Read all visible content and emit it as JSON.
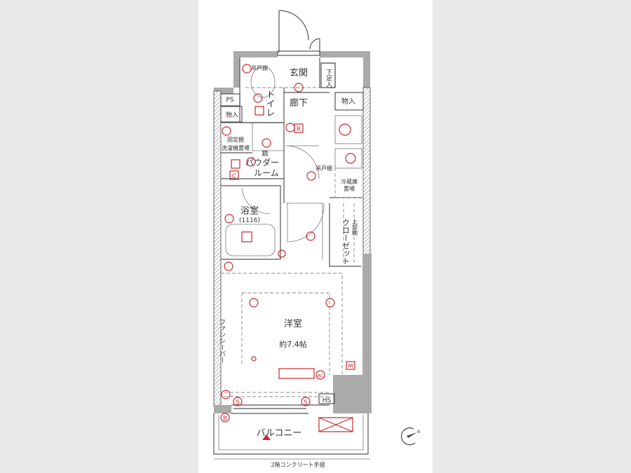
{
  "plan": {
    "rooms": {
      "entrance": "玄関",
      "shoe_cabinet": "下足入",
      "toilet": "トイレ",
      "hallway": "廊下",
      "pipe_space": "PS",
      "storage_left": "物入",
      "storage_right": "物入",
      "hanging_cabinet_toilet": "吊戸棚",
      "fixed_shelf": "固定棚",
      "washer_space": "洗濯機置場",
      "mirror": "鏡",
      "powder_room_1": "パウダー",
      "powder_room_2": "ルーム",
      "hanging_cabinet_kitchen": "吊戸棚",
      "fridge_space_1": "冷蔵庫",
      "fridge_space_2": "置場",
      "bathroom": "浴室",
      "bathroom_size": "(1116)",
      "closet": "クローゼット",
      "upper_shelf": "上部棚",
      "western_room": "洋室",
      "western_room_size": "約7.4帖",
      "fancy_bar": "ファンシーバー",
      "heat_source": "HS",
      "balcony": "バルコニー",
      "railing_note": "2階コンクリート手摺"
    },
    "symbols": {
      "C": "C",
      "R": "R",
      "B": "B",
      "S": "S",
      "M": "M",
      "AC": "AC"
    },
    "colors": {
      "wall": "#555555",
      "electrical": "#c8282d",
      "background": "#e9e9e9"
    }
  }
}
